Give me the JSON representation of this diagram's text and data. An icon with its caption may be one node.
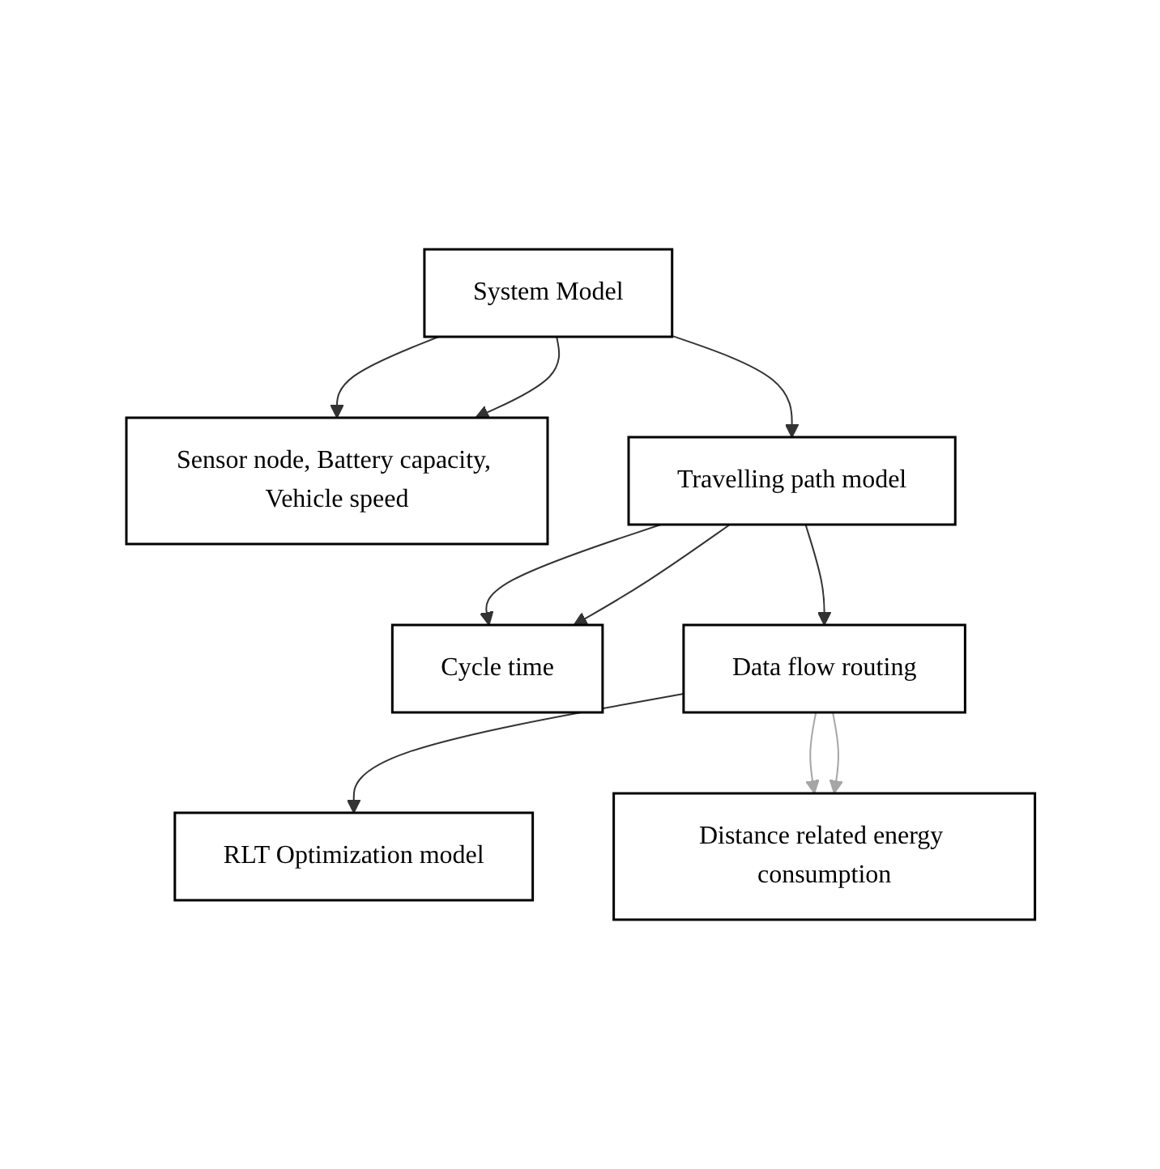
{
  "diagram": {
    "nodes": [
      {
        "text": [
          "Sensor node, Battery capacity, Vehicle speed"
        ]
      },
      {
        "text": [
          "Cycle time"
        ]
      },
      {
        "text": [
          "System Model"
        ]
      },
      {
        "text": [
          "Travelling path model"
        ]
      },
      {
        "text": [
          "RLT Optimization model"
        ]
      },
      {
        "text": [
          "Data flow routing"
        ]
      },
      {
        "text": [
          "Distance related energy consumption"
        ]
      }
    ],
    "edges": [
      {
        "from": 2,
        "to": 0,
        "arrow": "to"
      },
      {
        "from": 2,
        "to": 0,
        "arrow": "to"
      },
      {
        "from": 3,
        "to": 1,
        "arrow": "to"
      },
      {
        "from": 3,
        "to": 1,
        "arrow": "to"
      },
      {
        "from": 2,
        "to": 3,
        "arrow": "to"
      },
      {
        "from": 3,
        "to": 5,
        "arrow": "to"
      },
      {
        "from": 5,
        "to": 4,
        "arrow": "to"
      },
      {
        "from": 5,
        "to": 6,
        "arrow": "to",
        "color": "#a6a6a6"
      },
      {
        "from": 5,
        "to": 6,
        "arrow": "to",
        "color": "#a6a6a6"
      }
    ]
  }
}
